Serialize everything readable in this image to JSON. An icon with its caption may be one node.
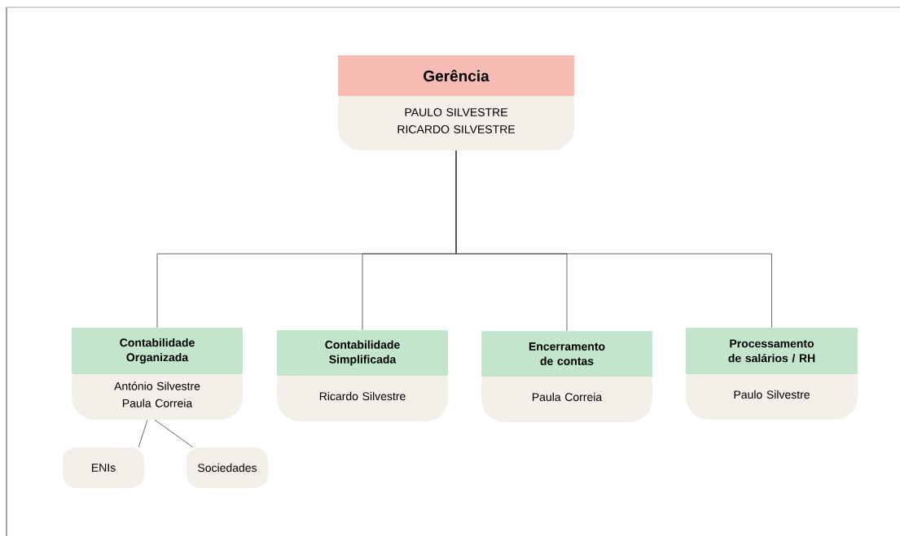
{
  "diagram": {
    "nodes": [
      {
        "text": [
          "Gerência",
          "PAULO SILVESTRE RICARDO SILVESTRE"
        ]
      },
      {
        "text": [
          "Contabilidade Organizada",
          "António Silvestre Paula Correia"
        ]
      },
      {
        "text": [
          "Contabilidade Simplificada",
          "Ricardo Silvestre"
        ]
      },
      {
        "text": [
          "Encerramento de contas",
          "Paula Correia"
        ]
      },
      {
        "text": [
          "Processamento de salários / RH",
          "Paulo Silvestre"
        ]
      },
      {
        "text": [
          "ENIs"
        ]
      },
      {
        "text": [
          "Sociedades"
        ]
      }
    ],
    "edges": [
      {
        "from": 0,
        "to": 1,
        "arrow": "none"
      },
      {
        "from": 0,
        "to": 2,
        "arrow": "none"
      },
      {
        "from": 0,
        "to": 3,
        "arrow": "none"
      },
      {
        "from": 0,
        "to": 4,
        "arrow": "none"
      },
      {
        "from": 1,
        "to": 5,
        "arrow": "none"
      },
      {
        "from": 1,
        "to": 6,
        "arrow": "none"
      }
    ]
  }
}
